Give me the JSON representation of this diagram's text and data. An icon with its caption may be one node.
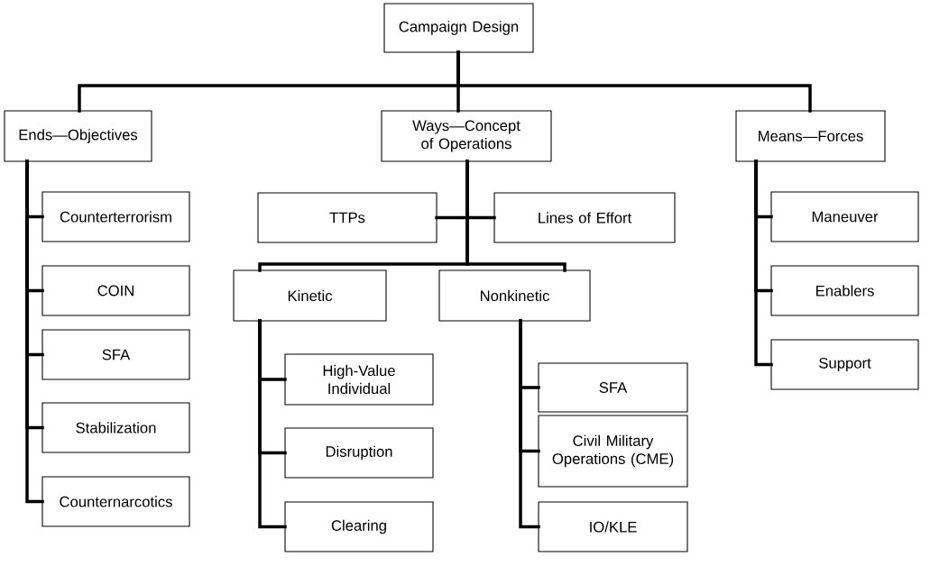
{
  "diagram": {
    "nodes": [
      {
        "text": [
          "Campaign Design"
        ]
      },
      {
        "text": [
          "Ends—Objectives"
        ]
      },
      {
        "text": [
          "Ways—Concept of Operations"
        ]
      },
      {
        "text": [
          "Means—Forces"
        ]
      },
      {
        "text": [
          "Counterterrorism"
        ]
      },
      {
        "text": [
          "COIN"
        ]
      },
      {
        "text": [
          "SFA"
        ]
      },
      {
        "text": [
          "Stabilization"
        ]
      },
      {
        "text": [
          "Counternarcotics"
        ]
      },
      {
        "text": [
          "TTPs"
        ]
      },
      {
        "text": [
          "Lines of Effort"
        ]
      },
      {
        "text": [
          "Kinetic"
        ]
      },
      {
        "text": [
          "Nonkinetic"
        ]
      },
      {
        "text": [
          "High-Value Individual"
        ]
      },
      {
        "text": [
          "Disruption"
        ]
      },
      {
        "text": [
          "Clearing"
        ]
      },
      {
        "text": [
          "SFA"
        ]
      },
      {
        "text": [
          "Civil Military Operations (CME)"
        ]
      },
      {
        "text": [
          "IO/KLE"
        ]
      },
      {
        "text": [
          "Maneuver"
        ]
      },
      {
        "text": [
          "Enablers"
        ]
      },
      {
        "text": [
          "Support"
        ]
      }
    ],
    "edges": [
      {
        "from": 0,
        "to": 1,
        "arrow": "none"
      },
      {
        "from": 0,
        "to": 2,
        "arrow": "none"
      },
      {
        "from": 0,
        "to": 3,
        "arrow": "none"
      },
      {
        "from": 1,
        "to": 4,
        "arrow": "none"
      },
      {
        "from": 1,
        "to": 5,
        "arrow": "none"
      },
      {
        "from": 1,
        "to": 6,
        "arrow": "none"
      },
      {
        "from": 1,
        "to": 7,
        "arrow": "none"
      },
      {
        "from": 1,
        "to": 8,
        "arrow": "none"
      },
      {
        "from": 2,
        "to": 9,
        "arrow": "none"
      },
      {
        "from": 2,
        "to": 10,
        "arrow": "none"
      },
      {
        "from": 2,
        "to": 11,
        "arrow": "none"
      },
      {
        "from": 2,
        "to": 12,
        "arrow": "none"
      },
      {
        "from": 11,
        "to": 13,
        "arrow": "none"
      },
      {
        "from": 11,
        "to": 14,
        "arrow": "none"
      },
      {
        "from": 11,
        "to": 15,
        "arrow": "none"
      },
      {
        "from": 12,
        "to": 16,
        "arrow": "none"
      },
      {
        "from": 12,
        "to": 17,
        "arrow": "none"
      },
      {
        "from": 12,
        "to": 18,
        "arrow": "none"
      },
      {
        "from": 3,
        "to": 19,
        "arrow": "none"
      },
      {
        "from": 3,
        "to": 20,
        "arrow": "none"
      },
      {
        "from": 3,
        "to": 21,
        "arrow": "none"
      }
    ]
  }
}
